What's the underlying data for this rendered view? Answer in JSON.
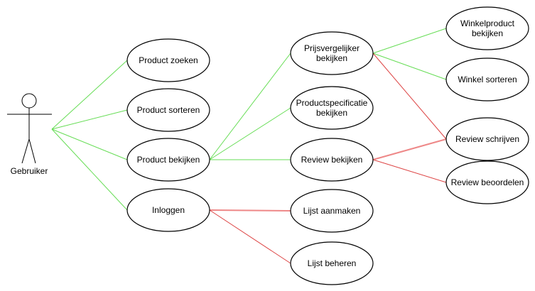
{
  "actor": {
    "label": "Gebruiker"
  },
  "colors": {
    "include": "#66dd55",
    "extend": "#dd4444",
    "extend_thick": "#ee8888"
  },
  "use_cases": [
    {
      "id": "zoeken",
      "lines": [
        "Product zoeken"
      ]
    },
    {
      "id": "sorteren",
      "lines": [
        "Product sorteren"
      ]
    },
    {
      "id": "bekijken",
      "lines": [
        "Product bekijken"
      ]
    },
    {
      "id": "inloggen",
      "lines": [
        "Inloggen"
      ]
    },
    {
      "id": "prijs",
      "lines": [
        "Prijsvergelijker",
        "bekijken"
      ]
    },
    {
      "id": "spec",
      "lines": [
        "Productspecificatie",
        "bekijken"
      ]
    },
    {
      "id": "review",
      "lines": [
        "Review bekijken"
      ]
    },
    {
      "id": "lijst-maak",
      "lines": [
        "Lijst aanmaken"
      ]
    },
    {
      "id": "lijst-beh",
      "lines": [
        "Lijst beheren"
      ]
    },
    {
      "id": "winkelprod",
      "lines": [
        "Winkelproduct",
        "bekijken"
      ]
    },
    {
      "id": "winkelsort",
      "lines": [
        "Winkel sorteren"
      ]
    },
    {
      "id": "rev-schr",
      "lines": [
        "Review schrijven"
      ]
    },
    {
      "id": "rev-beoor",
      "lines": [
        "Review beoordelen"
      ]
    }
  ],
  "connections": [
    {
      "from": "actor",
      "to": "zoeken",
      "kind": "include"
    },
    {
      "from": "actor",
      "to": "sorteren",
      "kind": "include"
    },
    {
      "from": "actor",
      "to": "bekijken",
      "kind": "include"
    },
    {
      "from": "actor",
      "to": "inloggen",
      "kind": "include"
    },
    {
      "from": "bekijken",
      "to": "prijs",
      "kind": "include"
    },
    {
      "from": "bekijken",
      "to": "spec",
      "kind": "include"
    },
    {
      "from": "bekijken",
      "to": "review",
      "kind": "include"
    },
    {
      "from": "inloggen",
      "to": "lijst-maak",
      "kind": "extend_thick"
    },
    {
      "from": "inloggen",
      "to": "lijst-beh",
      "kind": "extend"
    },
    {
      "from": "prijs",
      "to": "winkelprod",
      "kind": "include"
    },
    {
      "from": "prijs",
      "to": "winkelsort",
      "kind": "include"
    },
    {
      "from": "prijs",
      "to": "rev-schr",
      "kind": "extend"
    },
    {
      "from": "review",
      "to": "rev-schr",
      "kind": "extend_thick"
    },
    {
      "from": "review",
      "to": "rev-beoor",
      "kind": "extend"
    }
  ]
}
